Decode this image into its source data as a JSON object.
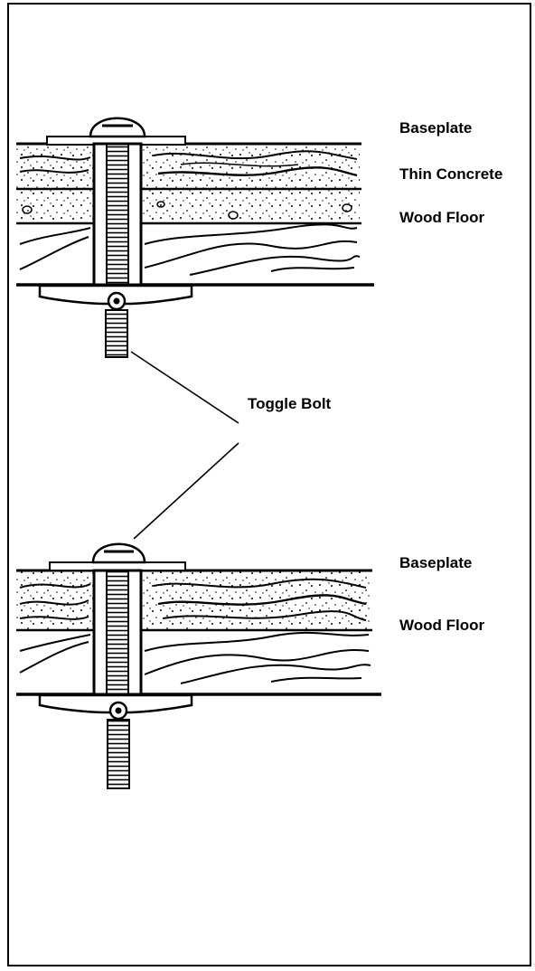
{
  "labels": {
    "top": {
      "baseplate": "Baseplate",
      "thin_concrete": "Thin Concrete",
      "wood_floor": "Wood Floor"
    },
    "middle": {
      "toggle_bolt": "Toggle Bolt"
    },
    "bottom": {
      "baseplate": "Baseplate",
      "wood_floor": "Wood Floor"
    }
  },
  "colors": {
    "ink": "#000000",
    "paper": "#ffffff"
  }
}
